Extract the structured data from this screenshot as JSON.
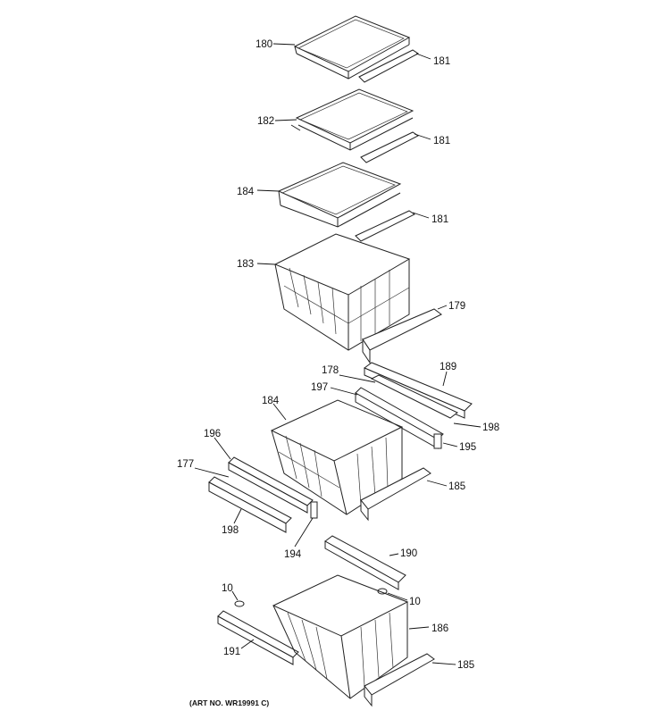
{
  "labels": {
    "l180": "180",
    "l181a": "181",
    "l182": "182",
    "l181b": "181",
    "l184a": "184",
    "l181c": "181",
    "l183": "183",
    "l179": "179",
    "l178": "178",
    "l189": "189",
    "l197": "197",
    "l184b": "184",
    "l198a": "198",
    "l196": "196",
    "l195": "195",
    "l177": "177",
    "l185a": "185",
    "l198b": "198",
    "l194": "194",
    "l190": "190",
    "l10a": "10",
    "l10b": "10",
    "l186": "186",
    "l191": "191",
    "l185b": "185"
  },
  "art_number": "(ART NO. WR19991 C)"
}
